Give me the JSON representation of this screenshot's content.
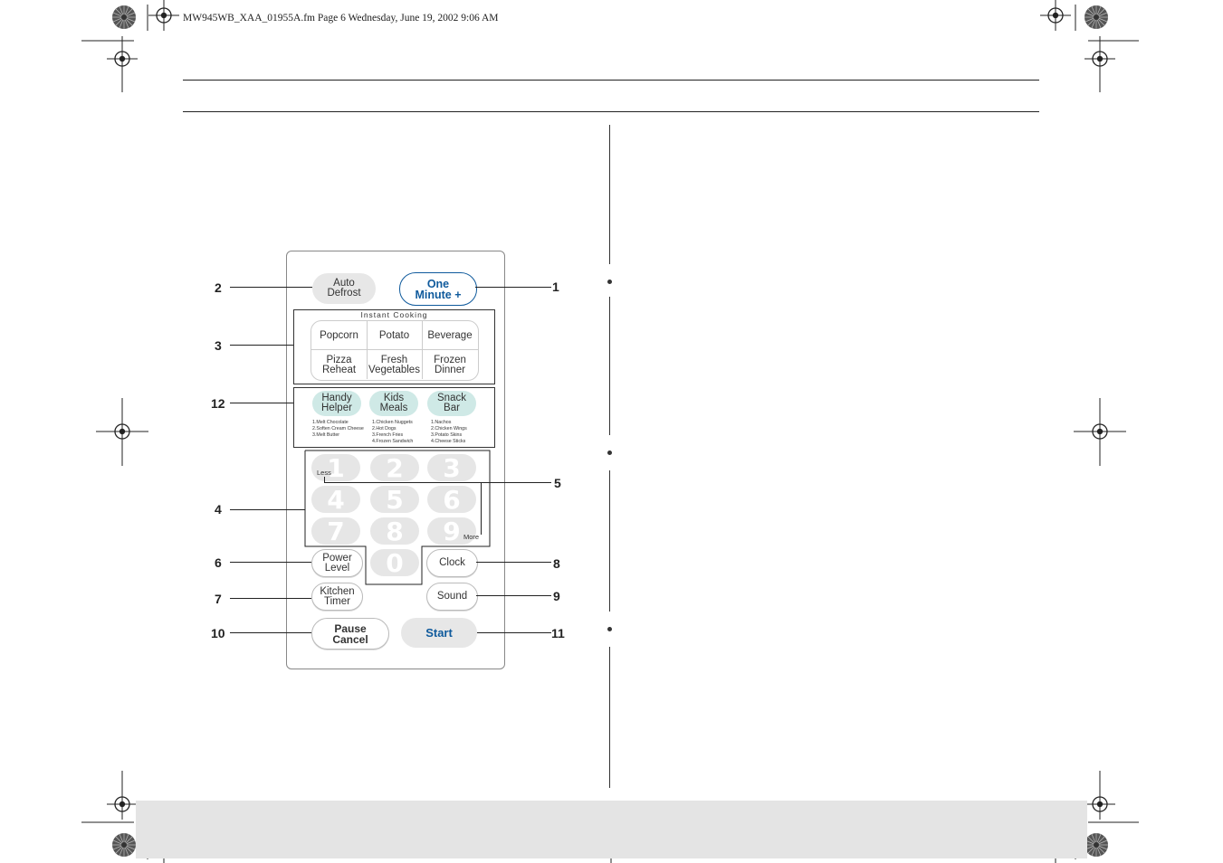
{
  "header": {
    "slug": "MW945WB_XAA_01955A.fm  Page 6  Wednesday, June 19, 2002  9:06 AM"
  },
  "panel": {
    "auto_defrost": "Auto\nDefrost",
    "one_minute": "One\nMinute +",
    "instant_cooking_title": "Instant Cooking",
    "instant_cooking": [
      "Popcorn",
      "Potato",
      "Beverage",
      "Pizza\nReheat",
      "Fresh\nVegetables",
      "Frozen\nDinner"
    ],
    "helpers": [
      {
        "label": "Handy\nHelper",
        "items": "1.Melt Chocolate\n2.Soften Cream Cheese\n3.Melt Butter"
      },
      {
        "label": "Kids\nMeals",
        "items": "1.Chicken Nuggets\n2.Hot Dogs\n3.French Fries\n4.Frozen Sandwich"
      },
      {
        "label": "Snack\nBar",
        "items": "1.Nachos\n2.Chicken Wings\n3.Potato Skins\n4.Cheese Sticks"
      }
    ],
    "digits": [
      "1",
      "2",
      "3",
      "4",
      "5",
      "6",
      "7",
      "8",
      "9",
      "0"
    ],
    "less": "Less",
    "more": "More",
    "power_level": "Power\nLevel",
    "clock": "Clock",
    "kitchen_timer": "Kitchen\nTimer",
    "sound": "Sound",
    "pause_cancel": "Pause\nCancel",
    "start": "Start"
  },
  "callouts": [
    "1",
    "2",
    "3",
    "4",
    "5",
    "6",
    "7",
    "8",
    "9",
    "10",
    "11",
    "12"
  ],
  "colors": {
    "accent_blue": "#0f5a9c",
    "teal_key": "#cfe9e6",
    "gray_key": "#e7e7e7",
    "footer_band": "#e4e4e4"
  },
  "icons": [
    "registration-mark-icon",
    "color-wheel-icon"
  ]
}
